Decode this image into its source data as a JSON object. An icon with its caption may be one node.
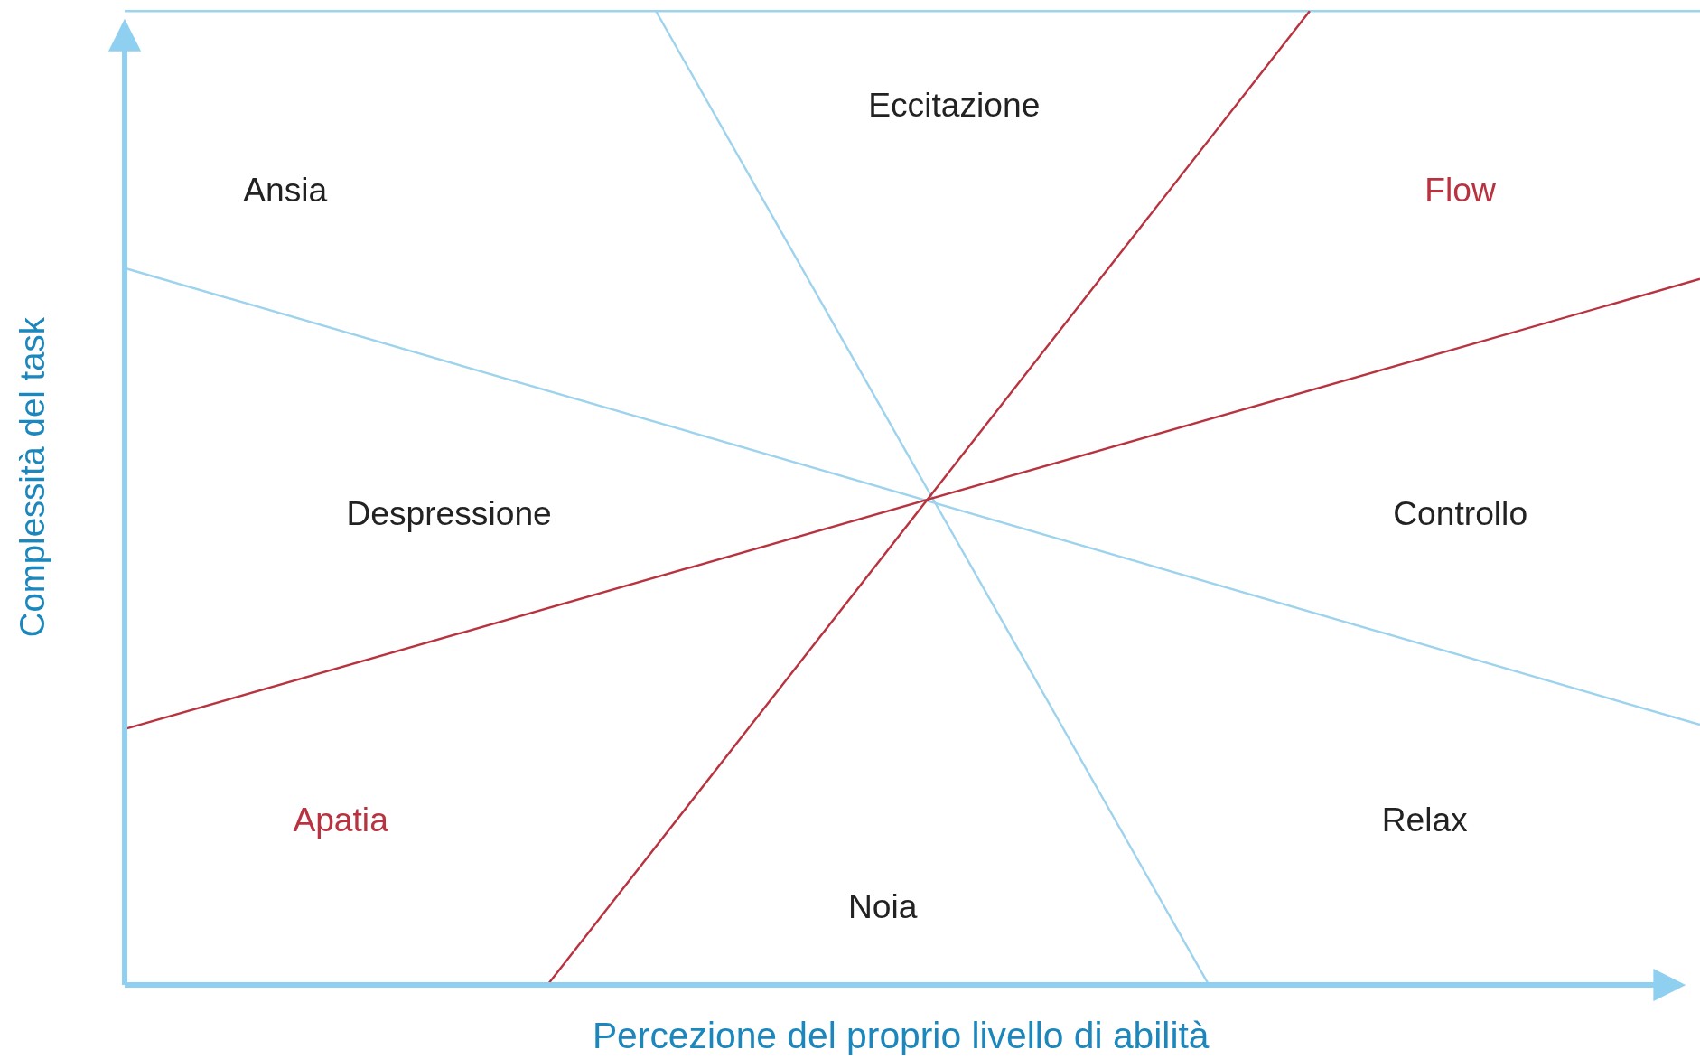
{
  "diagram": {
    "labels": [
      "Eccitazione",
      "Ansia",
      "Flow",
      "Complessità del task",
      "Despressione",
      "Controllo",
      "Apatia",
      "Relax",
      "Noia",
      "Percezione del proprio livello di abilità"
    ]
  }
}
